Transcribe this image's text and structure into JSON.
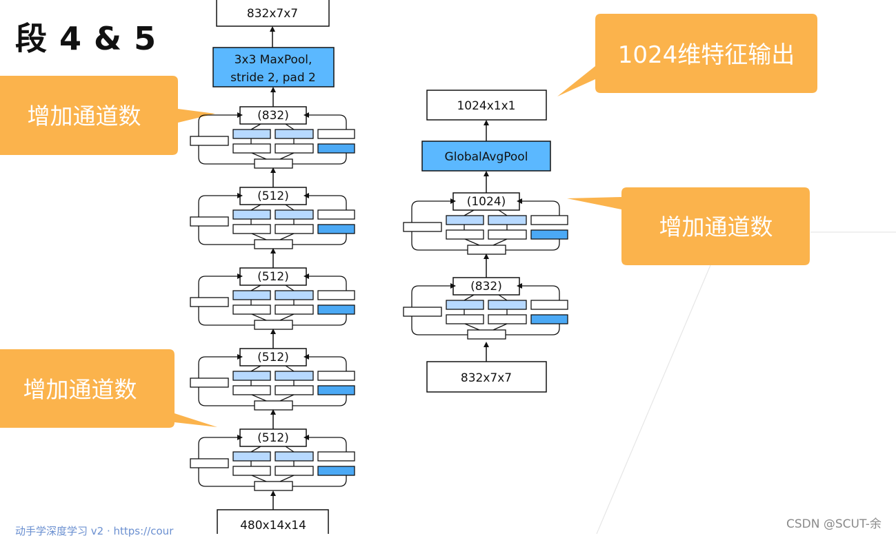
{
  "slide": {
    "title": "段 4 & 5",
    "footer_link": "动手学深度学习 v2 · https://cour",
    "watermark": "CSDN @SCUT-余"
  },
  "callouts": {
    "top_left": "增加通道数",
    "bottom_left": "增加通道数",
    "right_mid": "增加通道数",
    "top_right": "1024维特征输出"
  },
  "stage4": {
    "output_box": "832x7x7",
    "maxpool_box": "3x3 MaxPool,\nstride 2, pad 2",
    "maxpool_line1": "3x3 MaxPool,",
    "maxpool_line2": "stride 2, pad 2",
    "inception_labels": [
      "(832)",
      "(512)",
      "(512)",
      "(512)",
      "(512)"
    ],
    "input_box": "480x14x14"
  },
  "stage5": {
    "output_box": "1024x1x1",
    "pool_box": "GlobalAvgPool",
    "inception_labels": [
      "(1024)",
      "(832)"
    ],
    "input_box": "832x7x7"
  },
  "colors": {
    "callout": "#fbb34c",
    "pool_fill": "#5bb8ff",
    "light_blue": "#b7d9ff",
    "dark_blue": "#4ba9f5"
  }
}
